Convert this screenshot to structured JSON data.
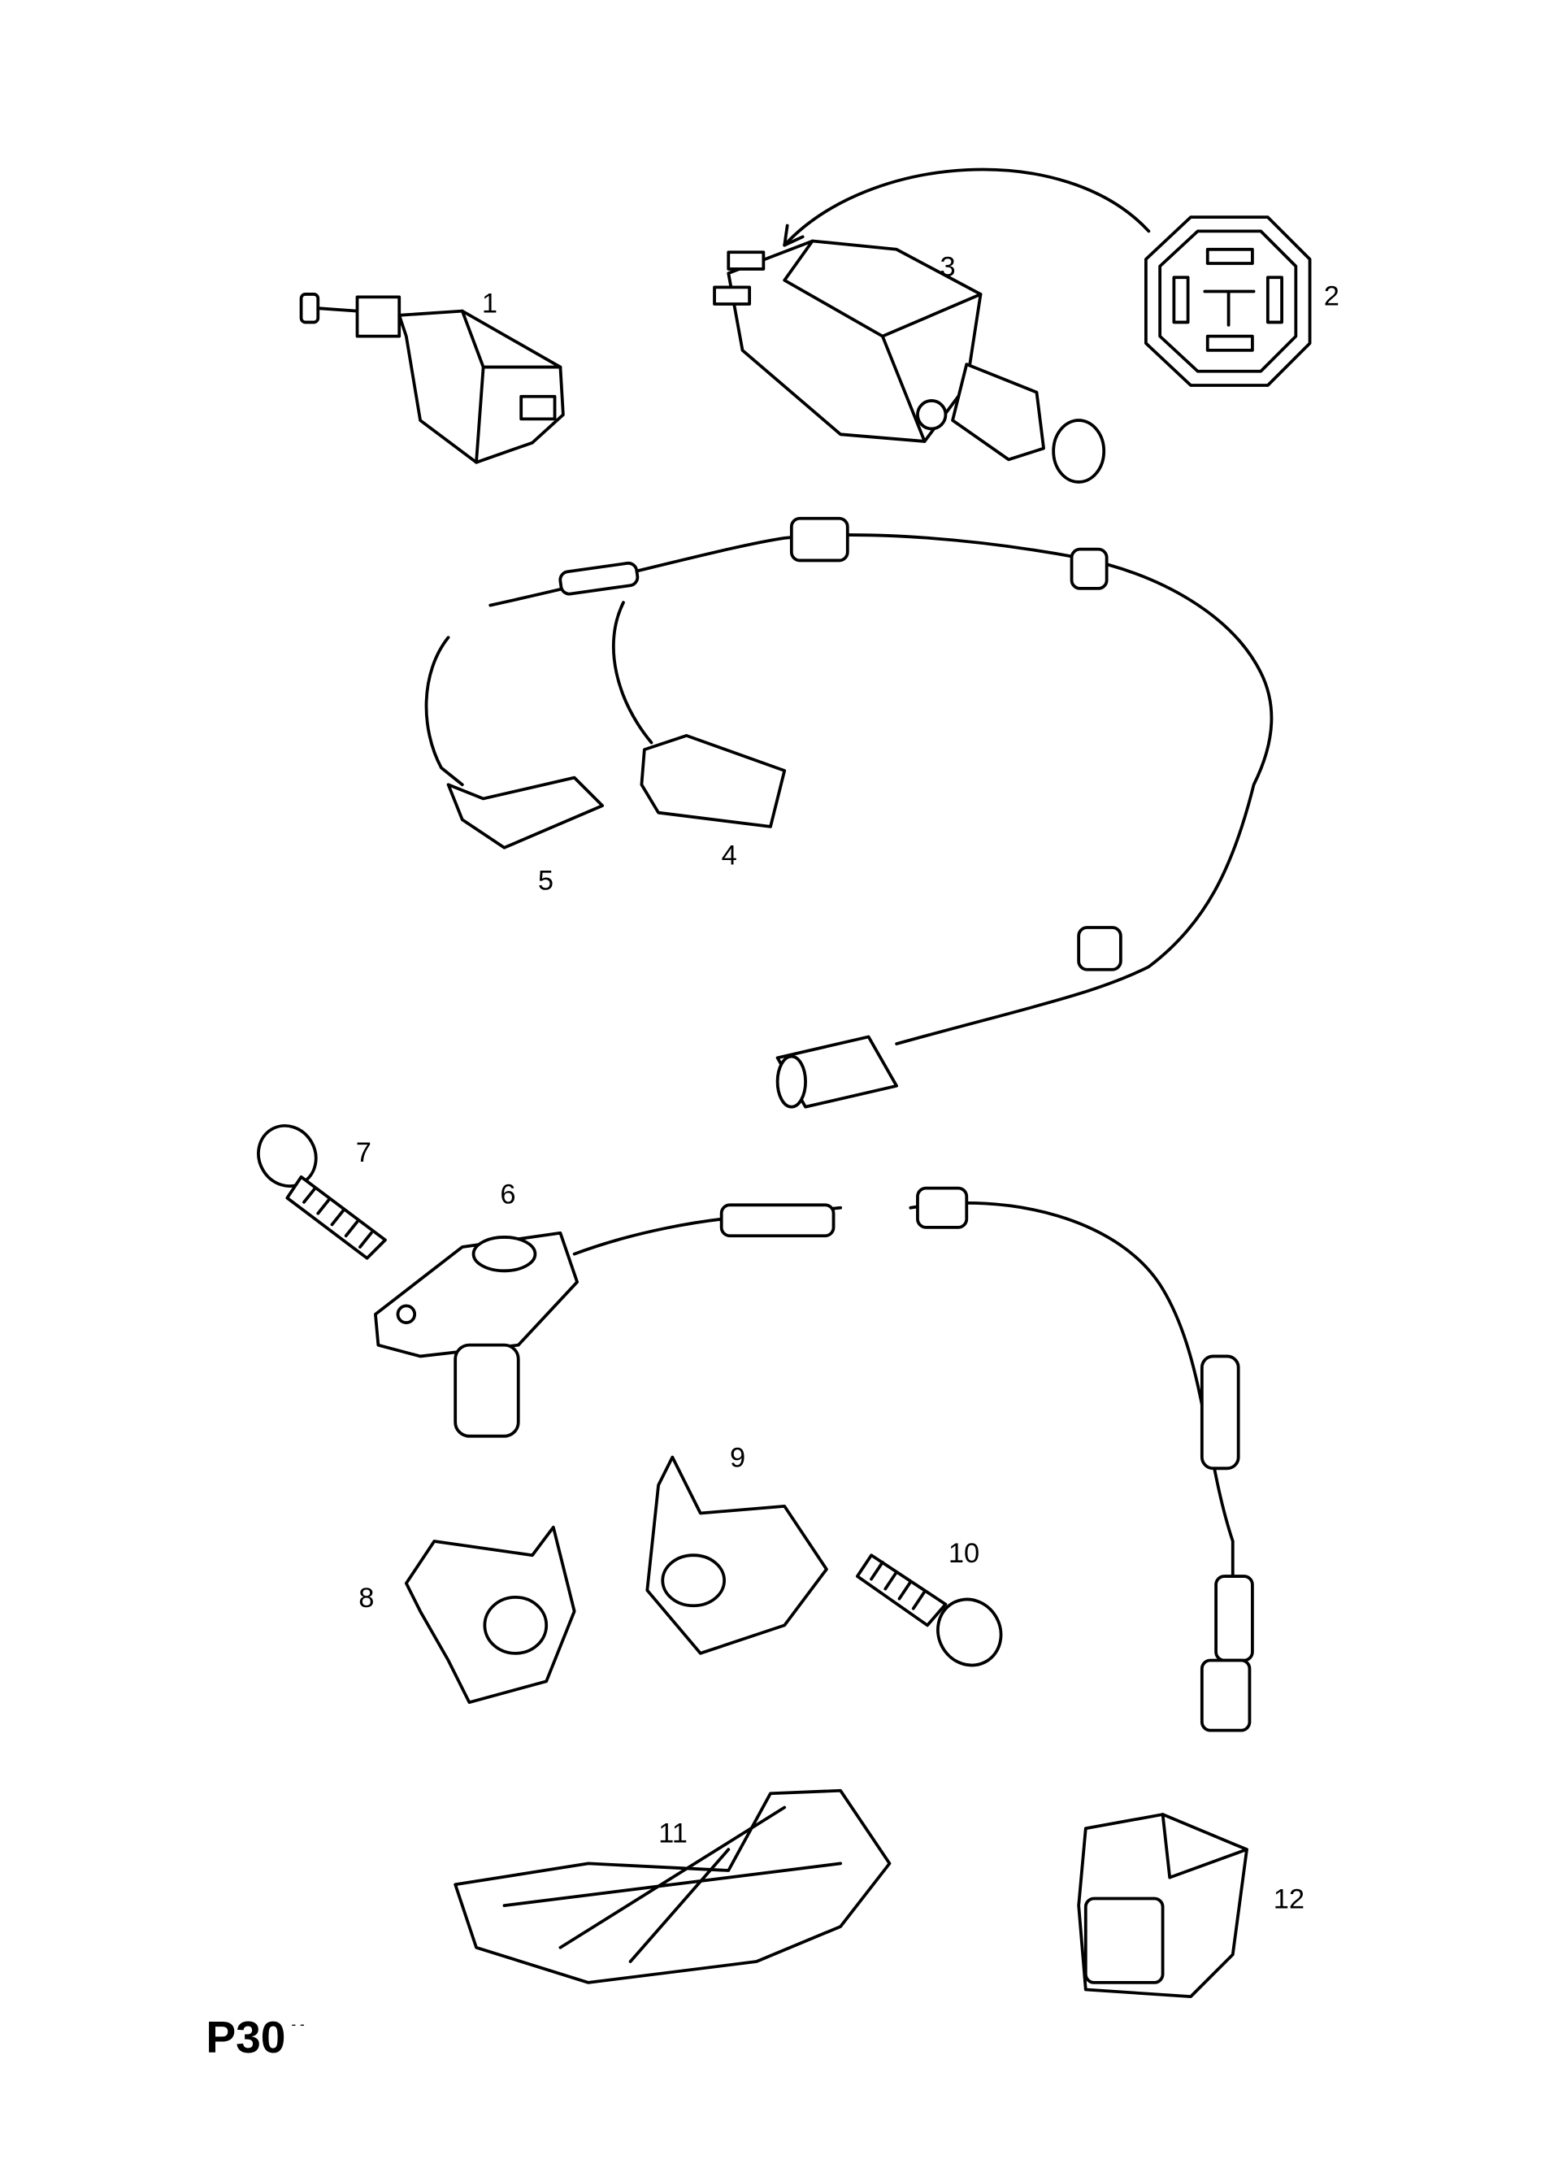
{
  "page_code": "P30",
  "page_code_suffix": "- -",
  "callouts": [
    "1",
    "2",
    "3",
    "4",
    "5",
    "6",
    "7",
    "8",
    "9",
    "10",
    "11",
    "12"
  ]
}
